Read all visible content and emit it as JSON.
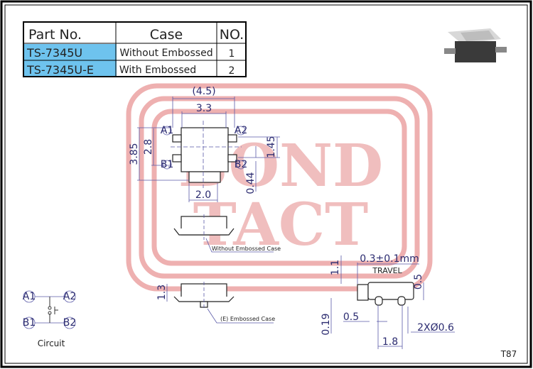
{
  "table": {
    "headers": [
      "Part No.",
      "Case",
      "NO."
    ],
    "rows": [
      {
        "part": "TS-7345U",
        "case": "Without Embossed",
        "no": "1"
      },
      {
        "part": "TS-7345U-E",
        "case": "With Embossed",
        "no": "2"
      }
    ],
    "highlight_color": "#6ec3ee"
  },
  "watermark": {
    "line1": "BOND",
    "line2": "TACT",
    "color": "#e58a8a"
  },
  "top_view": {
    "dims": {
      "overall_width": "(4.5)",
      "body_width": "3.3",
      "overall_height": "3.85",
      "body_height": "2.8",
      "pin_pitch": "1.45",
      "offset": "0.44",
      "actuator_width": "2.0"
    },
    "pins": [
      "A1",
      "A2",
      "B1",
      "B2"
    ]
  },
  "side_views": {
    "without_label": "Without Embossed Case",
    "with_label": "(E) Embossed Case",
    "height": "1.3"
  },
  "side_detail": {
    "travel": "0.3±0.1mm",
    "travel_label": "TRAVEL",
    "d1": "1.1",
    "d2": "0.5",
    "d3": "0.19",
    "d4": "0.5",
    "d5": "1.8",
    "d6": "2XØ0.6"
  },
  "circuit": {
    "label": "Circuit",
    "pins": [
      "A1",
      "A2",
      "B1",
      "B2"
    ]
  },
  "page_code": "T87"
}
